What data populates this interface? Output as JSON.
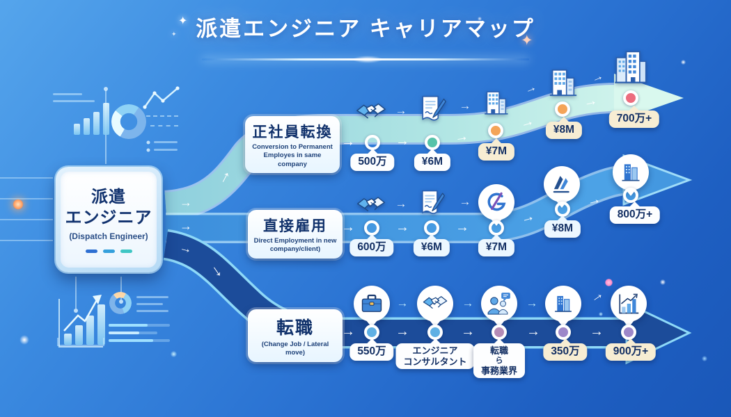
{
  "title": "派遣エンジニア キャリアマップ",
  "glyphs": {
    "arrow": "→",
    "sparkle": "✦"
  },
  "source_box": {
    "line1": "派遣",
    "line2": "エンジニア",
    "subtitle": "(Dispatch Engineer)"
  },
  "paths": [
    {
      "label": "正社員転換",
      "sublabel": "Conversion to Permanent Employes in same company",
      "ribbon_color": "#cdf2e6",
      "milestones": [
        {
          "icon": "handshake-icon",
          "value": "500万",
          "node": "white-ring"
        },
        {
          "icon": "contract-icon",
          "value": "¥6M",
          "node": "#56c3a9"
        },
        {
          "icon": "building-icon",
          "value": "¥7M",
          "node": "#f4a458"
        },
        {
          "icon": "building-icon",
          "value": "¥8M",
          "node": "#f4a458"
        },
        {
          "icon": "building-tall-icon",
          "value": "700万+",
          "node": "#ec6d7e"
        }
      ]
    },
    {
      "label": "直接雇用",
      "sublabel": "Direct Employment in new company/client)",
      "ribbon_color": "#4498e0",
      "milestones": [
        {
          "icon": "handshake-icon",
          "value": "600万",
          "node": "white-ring"
        },
        {
          "icon": "contract-icon",
          "value": "¥6M",
          "node": "white-ring"
        },
        {
          "icon": "company-logo-icon",
          "value": "¥7M",
          "node": "white-ring"
        },
        {
          "icon": "stripes-logo-icon",
          "value": "¥8M",
          "node": "white-ring"
        },
        {
          "icon": "building-circle-icon",
          "value": "800万+",
          "node": "white-ring"
        }
      ]
    },
    {
      "label": "転職",
      "sublabel": "(Change Job / Lateral move)",
      "ribbon_color": "#1c4c9a",
      "milestones": [
        {
          "icon": "briefcase-icon",
          "value": "550万",
          "node": "#5fb0e4"
        },
        {
          "icon": "handshake-icon",
          "value": "エンジニア",
          "value2": "コンサルタント",
          "node": "#5fb0e4"
        },
        {
          "icon": "people-chat-icon",
          "value": "転職",
          "value2": "ら",
          "value3": "事務業界",
          "node": "#b48bb6"
        },
        {
          "icon": "building-circle-icon",
          "value": "350万",
          "node": "#9d87c9"
        },
        {
          "icon": "growth-chart-icon",
          "value": "900万+",
          "node": "#9d87c9"
        }
      ]
    }
  ],
  "colors": {
    "badge_white": "#fdfeff",
    "badge_cream": "#f7edd3",
    "badge_blue": "#ecf7ff",
    "node_teal": "#56c3a9",
    "node_orange": "#f4a458",
    "node_red": "#ec6d7e",
    "node_blue": "#5fb0e4",
    "node_mauve": "#b48bb6",
    "node_purple": "#9d87c9"
  }
}
